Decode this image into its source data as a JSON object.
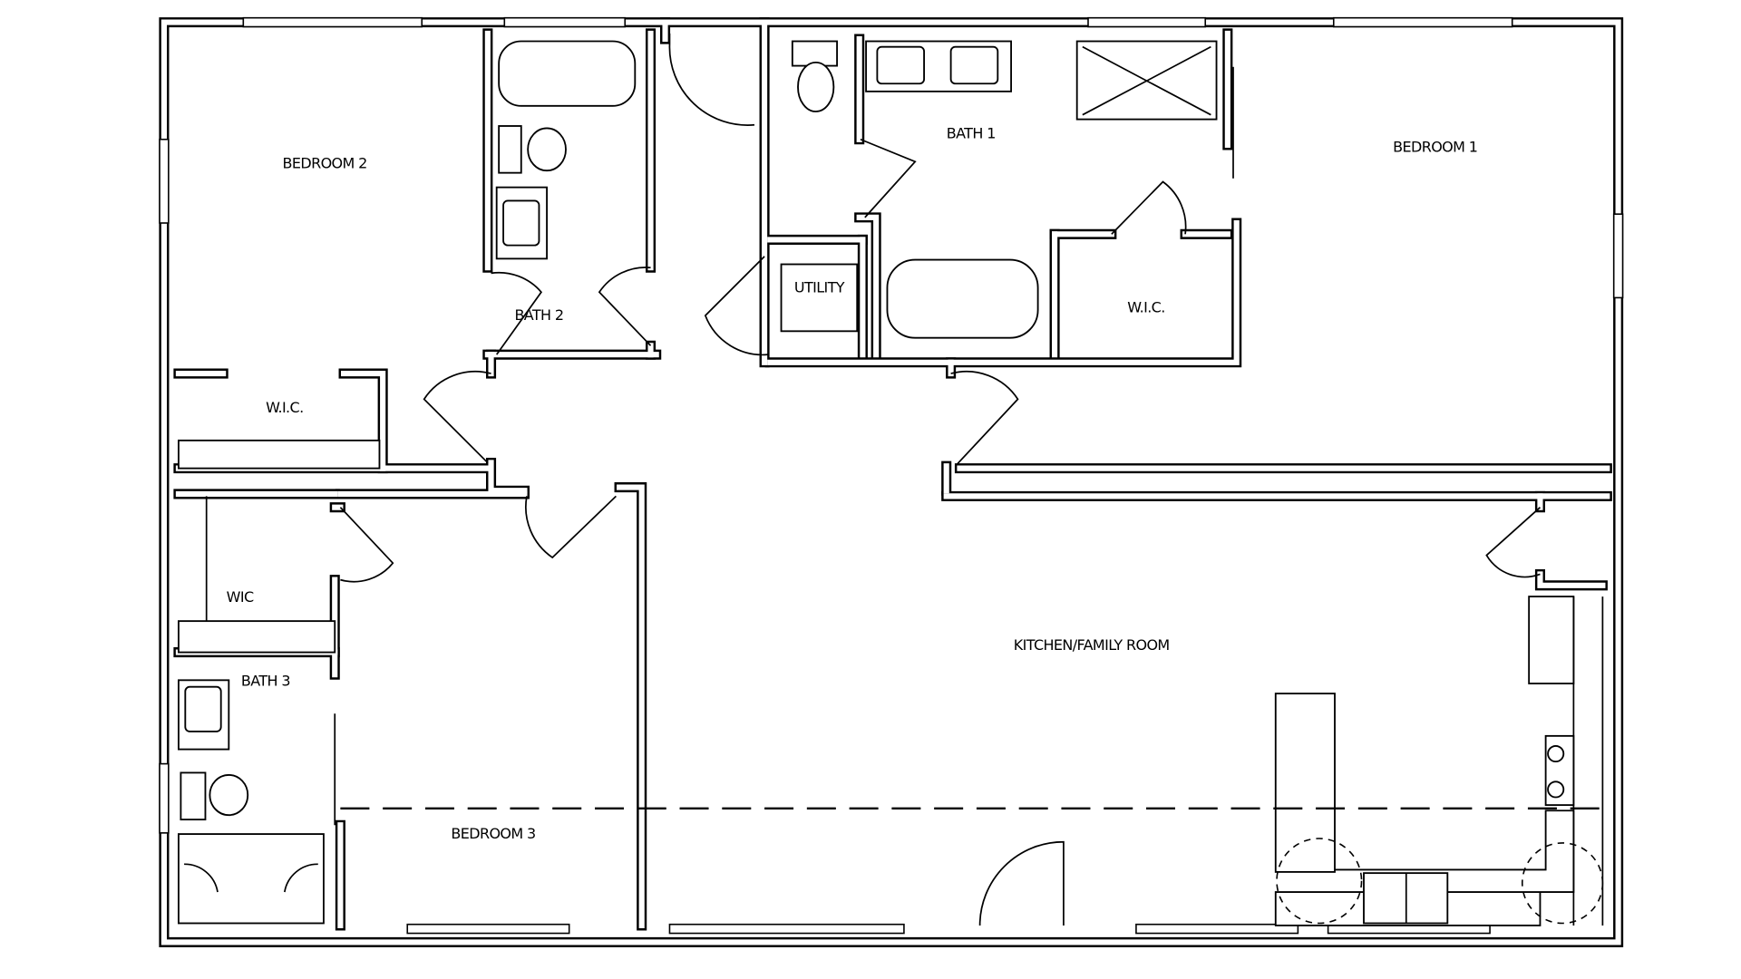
{
  "title": "Floor Plan",
  "rooms": {
    "bedroom_1": "BEDROOM 1",
    "bedroom_2": "BEDROOM 2",
    "bedroom_3": "BEDROOM 3",
    "bath_1": "BATH 1",
    "bath_2": "BATH 2",
    "bath_3": "BATH 3",
    "utility": "UTILITY",
    "wic_master": "W.I.C.",
    "wic_bedroom2": "W.I.C.",
    "wic_bedroom3": "WIC",
    "kitchen_family": "KITCHEN/FAMILY ROOM"
  }
}
